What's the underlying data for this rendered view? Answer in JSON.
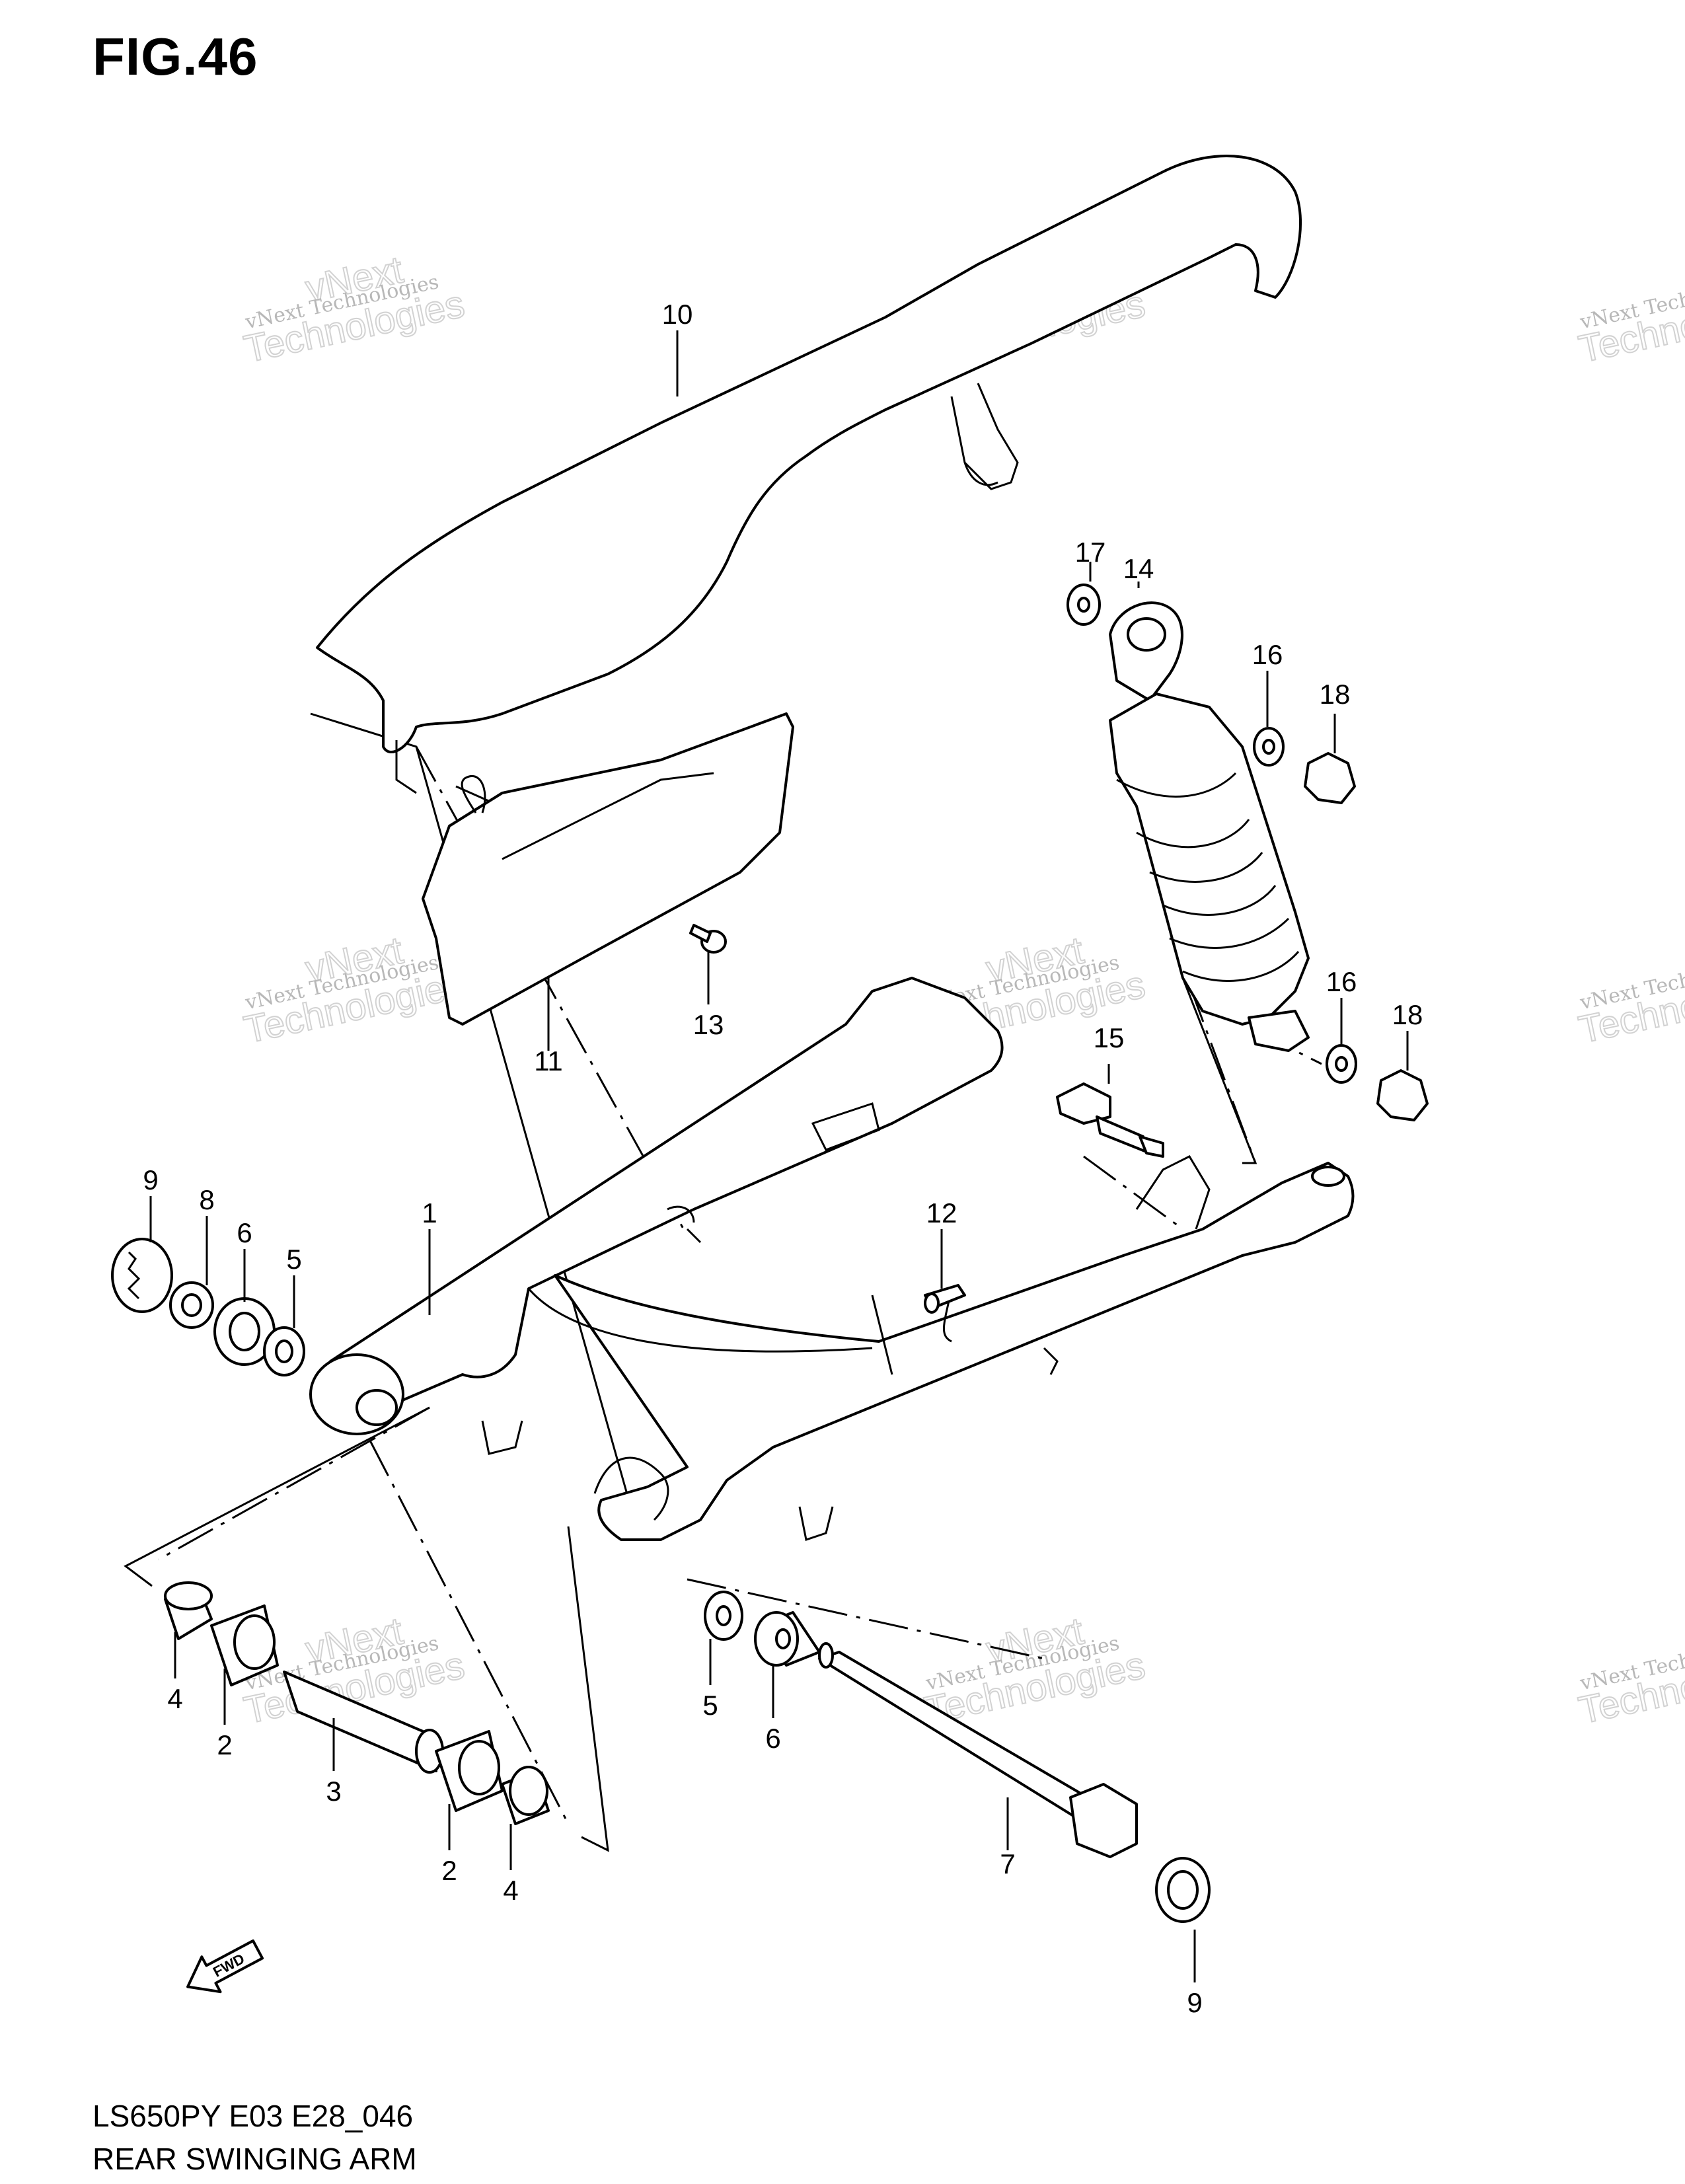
{
  "figure": {
    "title": "FIG.46",
    "code": "LS650PY E03 E28_046",
    "name": "REAR SWINGING ARM"
  },
  "fwd_label": "FWD",
  "watermark": {
    "line1": "vNext Technologies",
    "line2": "vNext",
    "line3": "Technologies"
  },
  "callouts": {
    "c1": "1",
    "c2a": "2",
    "c2b": "2",
    "c3": "3",
    "c4a": "4",
    "c4b": "4",
    "c5a": "5",
    "c5b": "5",
    "c6a": "6",
    "c6b": "6",
    "c7": "7",
    "c8": "8",
    "c9a": "9",
    "c9b": "9",
    "c10": "10",
    "c11": "11",
    "c12": "12",
    "c13": "13",
    "c14": "14",
    "c15": "15",
    "c16a": "16",
    "c16b": "16",
    "c17": "17",
    "c18a": "18",
    "c18b": "18"
  }
}
